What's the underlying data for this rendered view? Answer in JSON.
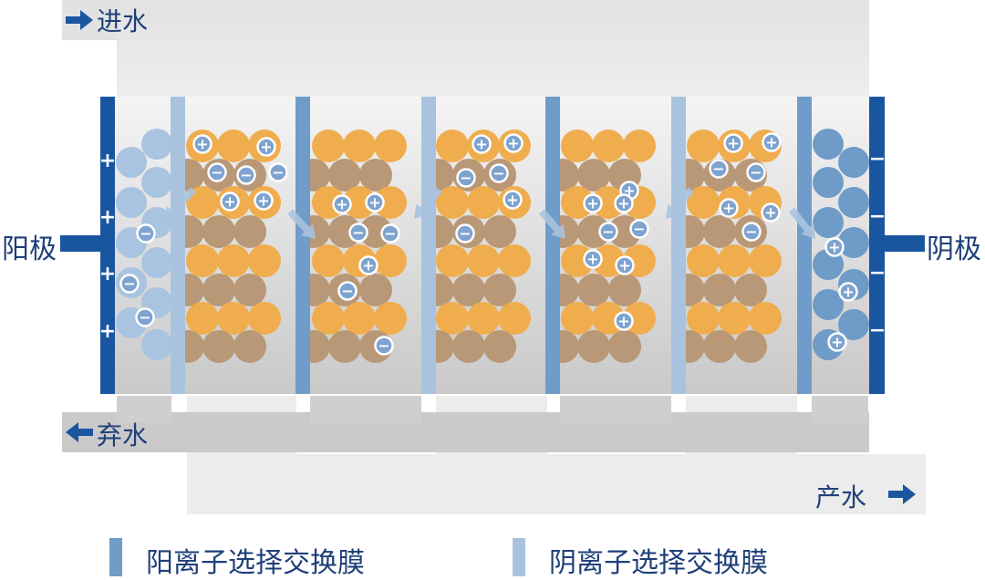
{
  "labels": {
    "inlet": "进水",
    "waste": "弃水",
    "product": "产水",
    "anode": "阳极",
    "cathode": "阴极"
  },
  "legend": {
    "cation_membrane": "阳离子选择交换膜",
    "anion_membrane": "阴离子选择交换膜"
  },
  "signs": {
    "plus": "+",
    "minus": "−"
  },
  "colors": {
    "electrode": "#1a56a0",
    "cation_membrane": "#6f9cc9",
    "anion_membrane": "#a9c3de",
    "orange_resin": "#f0ad4e",
    "brown_resin": "#b89877",
    "light_blue_bead": "#a8c4e0",
    "mid_blue_bead": "#6e9bc7",
    "inlet_channel": "#e6e6e6",
    "waste_channel": "#c8c8c8",
    "product_channel": "#eeeeee"
  }
}
